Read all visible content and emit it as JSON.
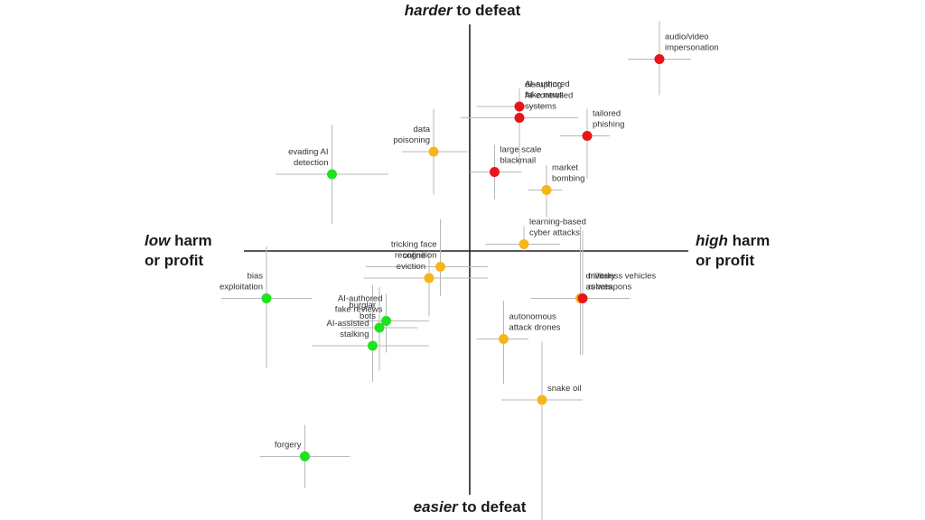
{
  "axes": {
    "top": {
      "emph": "harder",
      "rest": " to defeat"
    },
    "bottom": {
      "emph": "easier",
      "rest": " to defeat"
    },
    "left": {
      "emph": "low",
      "rest1": " harm",
      "rest2": "or profit"
    },
    "right": {
      "emph": "high",
      "rest1": " harm",
      "rest2": "or profit"
    }
  },
  "colors": {
    "red": "#e8141b",
    "orange": "#f6b51a",
    "green": "#1fe21f",
    "axis": "#222222",
    "errorbar": "#b8b8b8",
    "label": "#333333"
  },
  "chart_data": {
    "type": "scatter",
    "xlabel": "harm or profit (low → high)",
    "ylabel": "difficulty to defeat (easier → harder)",
    "xlim": [
      -1,
      1
    ],
    "ylim": [
      -1,
      1
    ],
    "grid": false,
    "legend": "none",
    "points": [
      {
        "label": [
          "audio/video",
          "impersonation"
        ],
        "color": "red",
        "x": 0.84,
        "y": 0.85,
        "xerr": [
          0.14,
          0.14
        ],
        "yerr": [
          0.16,
          0.17
        ]
      },
      {
        "label": [
          "AI-authored",
          "fake news"
        ],
        "color": "red",
        "x": 0.22,
        "y": 0.64,
        "xerr": [
          0.19,
          0.12
        ],
        "yerr": [
          0.17,
          0.08
        ]
      },
      {
        "label": [
          "disrupting",
          "AI-controlled",
          "systems"
        ],
        "color": "red",
        "x": 0.22,
        "y": 0.59,
        "xerr": [
          0.26,
          0.26
        ],
        "yerr": [
          0.21,
          0.12
        ]
      },
      {
        "label": [
          "tailored",
          "phishing"
        ],
        "color": "red",
        "x": 0.52,
        "y": 0.51,
        "xerr": [
          0.12,
          0.1
        ],
        "yerr": [
          0.19,
          0.12
        ]
      },
      {
        "label": [
          "large scale",
          "blackmail"
        ],
        "color": "red",
        "x": 0.11,
        "y": 0.35,
        "xerr": [
          0.11,
          0.12
        ],
        "yerr": [
          0.12,
          0.12
        ]
      },
      {
        "label": [
          "data",
          "poisoning"
        ],
        "color": "orange",
        "x": -0.16,
        "y": 0.44,
        "xerr": [
          0.14,
          0.15
        ],
        "yerr": [
          0.19,
          0.19
        ]
      },
      {
        "label": [
          "market",
          "bombing"
        ],
        "color": "orange",
        "x": 0.34,
        "y": 0.27,
        "xerr": [
          0.08,
          0.07
        ],
        "yerr": [
          0.12,
          0.11
        ]
      },
      {
        "label": [
          "learning-based",
          "cyber attacks"
        ],
        "color": "orange",
        "x": 0.24,
        "y": 0.03,
        "xerr": [
          0.17,
          0.16
        ],
        "yerr": [
          0.03,
          0.08
        ]
      },
      {
        "label": [
          "tricking face",
          "recognition"
        ],
        "color": "orange",
        "x": -0.13,
        "y": -0.07,
        "xerr": [
          0.33,
          0.21
        ],
        "yerr": [
          0.13,
          0.21
        ]
      },
      {
        "label": [
          "online",
          "eviction"
        ],
        "color": "orange",
        "x": -0.18,
        "y": -0.12,
        "xerr": [
          0.29,
          0.26
        ],
        "yerr": [
          0.17,
          0.12
        ]
      },
      {
        "label": [
          "driverless vehicles",
          "as weapons"
        ],
        "color": "orange",
        "x": 0.49,
        "y": -0.21,
        "xerr": [
          0.22,
          0.22
        ],
        "yerr": [
          0.25,
          0.32
        ]
      },
      {
        "label": [
          "military",
          "robots"
        ],
        "color": "red",
        "x": 0.5,
        "y": -0.21,
        "xerr": [
          0.11,
          0.13
        ],
        "yerr": [
          0.25,
          0.3
        ]
      },
      {
        "label": [
          "autonomous",
          "attack drones"
        ],
        "color": "orange",
        "x": 0.15,
        "y": -0.39,
        "xerr": [
          0.12,
          0.11
        ],
        "yerr": [
          0.2,
          0.17
        ]
      },
      {
        "label": [
          "snake oil"
        ],
        "color": "orange",
        "x": 0.32,
        "y": -0.66,
        "xerr": [
          0.18,
          0.18
        ],
        "yerr": [
          0.53,
          0.26
        ]
      },
      {
        "label": [
          "evading AI",
          "detection"
        ],
        "color": "green",
        "x": -0.61,
        "y": 0.34,
        "xerr": [
          0.25,
          0.25
        ],
        "yerr": [
          0.22,
          0.22
        ]
      },
      {
        "label": [
          "bias",
          "exploitation"
        ],
        "color": "green",
        "x": -0.9,
        "y": -0.21,
        "xerr": [
          0.2,
          0.2
        ],
        "yerr": [
          0.31,
          0.23
        ]
      },
      {
        "label": [
          "AI-authored",
          "fake reviews"
        ],
        "color": "green",
        "x": -0.37,
        "y": -0.31,
        "xerr": [
          0.18,
          0.19
        ],
        "yerr": [
          0.14,
          0.12
        ]
      },
      {
        "label": [
          "burglar",
          "bots"
        ],
        "color": "green",
        "x": -0.4,
        "y": -0.34,
        "xerr": [
          0.17,
          0.17
        ],
        "yerr": [
          0.19,
          0.18
        ]
      },
      {
        "label": [
          "AI-assisted",
          "stalking"
        ],
        "color": "green",
        "x": -0.43,
        "y": -0.42,
        "xerr": [
          0.27,
          0.25
        ],
        "yerr": [
          0.16,
          0.27
        ]
      },
      {
        "label": [
          "forgery"
        ],
        "color": "green",
        "x": -0.73,
        "y": -0.91,
        "xerr": [
          0.2,
          0.2
        ],
        "yerr": [
          0.14,
          0.14
        ]
      }
    ]
  }
}
